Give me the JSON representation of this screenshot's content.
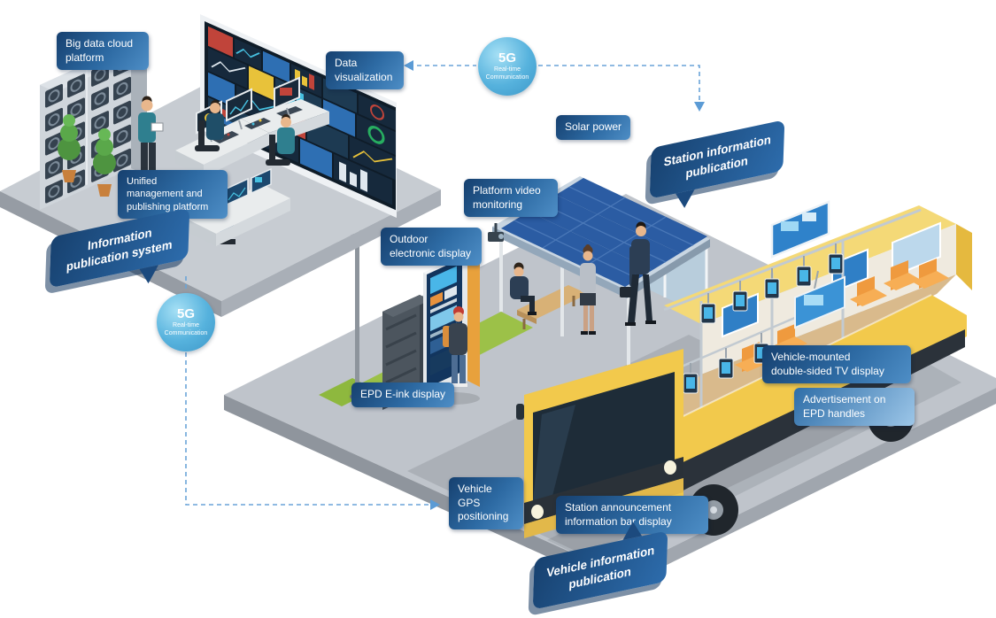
{
  "diagram": {
    "labels": {
      "big_data_cloud_platform": "Big data cloud\nplatform",
      "data_visualization": "Data\nvisualization",
      "unified_management": "Unified\nmanagement and\npublishing platform",
      "solar_power": "Solar power",
      "platform_video_monitoring": "Platform video\nmonitoring",
      "outdoor_electronic_display": "Outdoor\nelectronic display",
      "epd_eink_display": "EPD E-ink display",
      "vehicle_gps_positioning": "Vehicle\nGPS\npositioning",
      "station_announcement_display": "Station announcement\ninformation bar display",
      "vehicle_tv_display": "Vehicle-mounted\ndouble-sided TV display",
      "epd_handles_ad": "Advertisement on\nEPD handles"
    },
    "bubbles": {
      "information_publication_system": "Information\npublication system",
      "station_information_publication": "Station information\npublication",
      "vehicle_information_publication": "Vehicle information\npublication"
    },
    "badge_5g": {
      "title": "5G",
      "subtitle": "Real-time\nCommunication"
    },
    "colors": {
      "badge_dark": "#16406f",
      "badge_light": "#4e8ec6",
      "bubble_blue": "#1c4a7e",
      "circle_5g": "#56b2dd",
      "bus_yellow": "#f2c94c",
      "solar_panel_blue": "#2b5ca3",
      "grass_green": "#9cc148",
      "platform_gray": "#bfc4cb",
      "connector_blue": "#6aa4d8"
    }
  }
}
